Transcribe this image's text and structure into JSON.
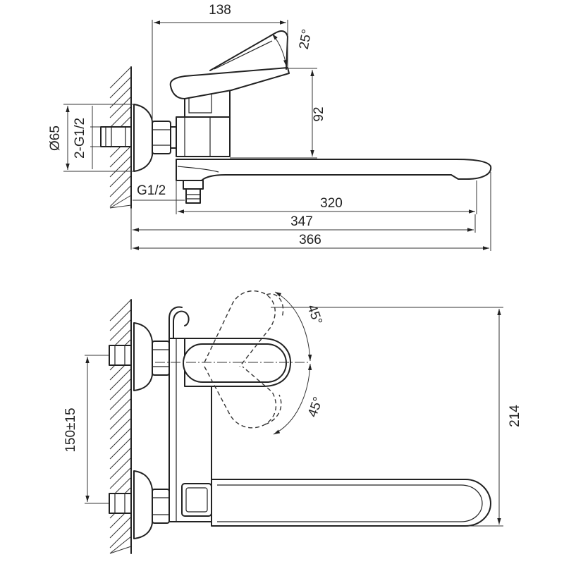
{
  "side_view": {
    "dims": {
      "top_width": "138",
      "handle_angle": "25°",
      "height": "92",
      "diameter": "Ø65",
      "inlet_thread": "2-G1/2",
      "outlet_thread": "G1/2",
      "spout_length": "320",
      "mid_length": "347",
      "total_length": "366"
    }
  },
  "top_view": {
    "dims": {
      "angle_up": "45°",
      "angle_down": "45°",
      "center_distance": "150±15",
      "depth": "214"
    }
  }
}
